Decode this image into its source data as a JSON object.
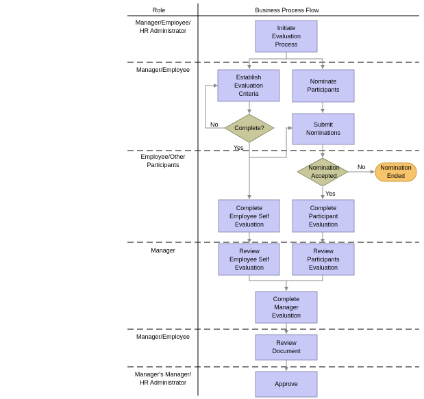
{
  "header": {
    "role_column": "Role",
    "flow_column": "Business Process Flow"
  },
  "roles": [
    [
      "Manager/Employee/",
      "HR Administrator"
    ],
    [
      "Manager/Employee"
    ],
    [
      "Employee/Other",
      "Participants"
    ],
    [
      "Manager"
    ],
    [
      "Manager/Employee"
    ],
    [
      "Manager's Manager/",
      "HR Administrator"
    ]
  ],
  "nodes": {
    "initiate": [
      "Initiate",
      "Evaluation",
      "Process"
    ],
    "establish": [
      "Establish",
      "Evaluation",
      "Criteria"
    ],
    "nominate": [
      "Nominate",
      "Participants"
    ],
    "complete_check": [
      "Complete?"
    ],
    "submit": [
      "Submit",
      "Nominations"
    ],
    "nomination_accepted": [
      "Nomination",
      "Accepted"
    ],
    "nomination_ended": [
      "Nomination",
      "Ended"
    ],
    "complete_self": [
      "Complete",
      "Employee Self",
      "Evaluation"
    ],
    "complete_participant": [
      "Complete",
      "Participant",
      "Evaluation"
    ],
    "review_self": [
      "Review",
      "Employee Self",
      "Evaluation"
    ],
    "review_participants": [
      "Review",
      "Participants",
      "Evaluation"
    ],
    "complete_manager": [
      "Complete",
      "Manager",
      "Evaluation"
    ],
    "review_document": [
      "Review",
      "Document"
    ],
    "approve": [
      "Approve"
    ]
  },
  "edge_labels": {
    "complete_no": "No",
    "complete_yes": "Yes",
    "accepted_no": "No",
    "accepted_yes": "Yes"
  }
}
